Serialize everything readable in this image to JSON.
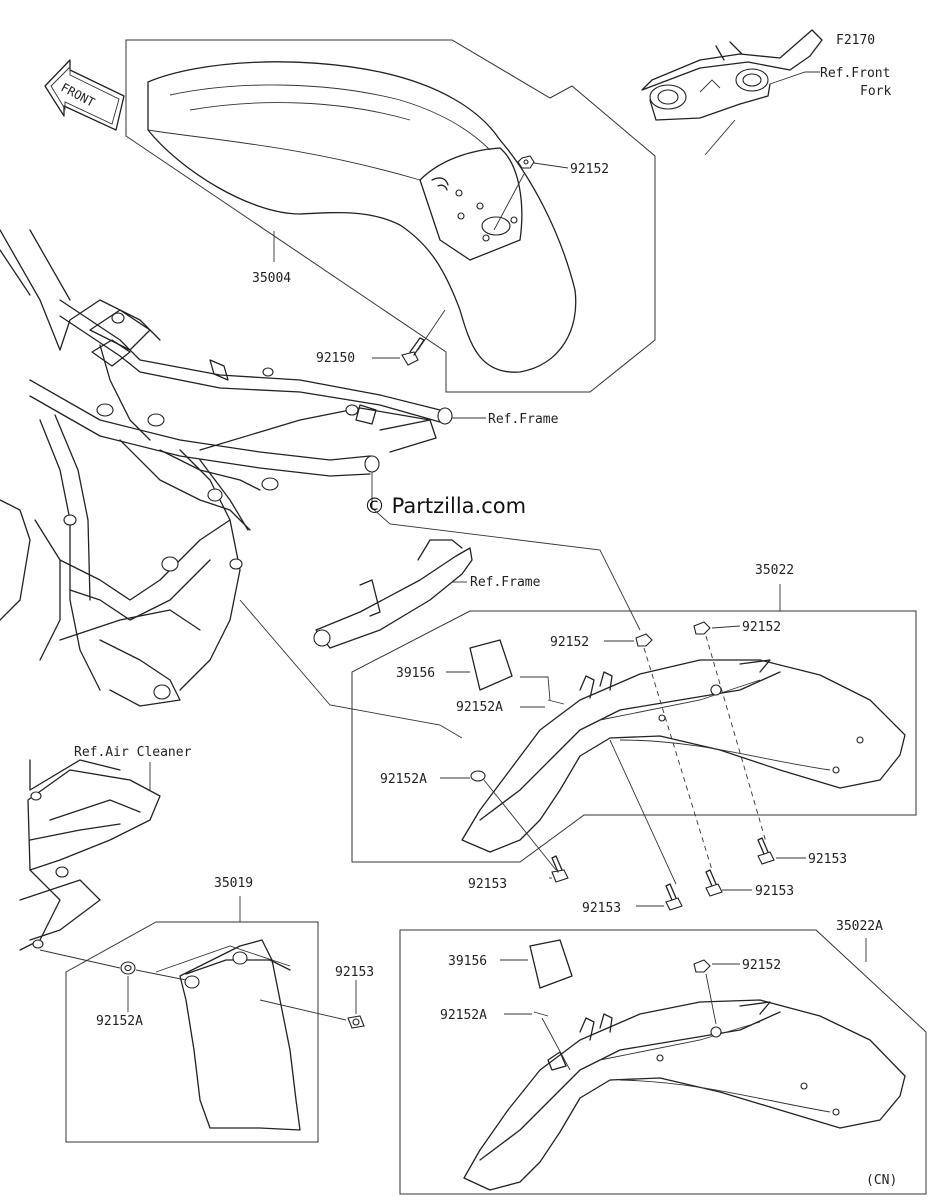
{
  "figure_code": "F2170",
  "watermark": "© Partzilla.com",
  "front_arrow": "FRONT",
  "region_note": "(CN)",
  "references": {
    "front_fork": [
      "Ref.Front",
      "Fork"
    ],
    "frame_1": "Ref.Frame",
    "frame_2": "Ref.Frame",
    "air_cleaner": "Ref.Air Cleaner"
  },
  "callouts": {
    "front_fender": "35004",
    "front_fender_nut": "92152",
    "front_fender_bolt": "92150",
    "rear_fender": "35022",
    "rear_fender_nut_a": "92152",
    "rear_fender_nut_b": "92152",
    "rear_pad": "39156",
    "rear_clip_a1": "92152A",
    "rear_clip_a2": "92152A",
    "rear_bolt_1": "92153",
    "rear_bolt_2": "92153",
    "rear_bolt_3": "92153",
    "rear_bolt_4": "92153",
    "flap": "35019",
    "flap_clip": "92152A",
    "flap_bolt": "92153",
    "cn_fender": "35022A",
    "cn_pad": "39156",
    "cn_nut": "92152",
    "cn_clip": "92152A"
  },
  "colors": {
    "line": "#222222",
    "background": "#ffffff"
  }
}
